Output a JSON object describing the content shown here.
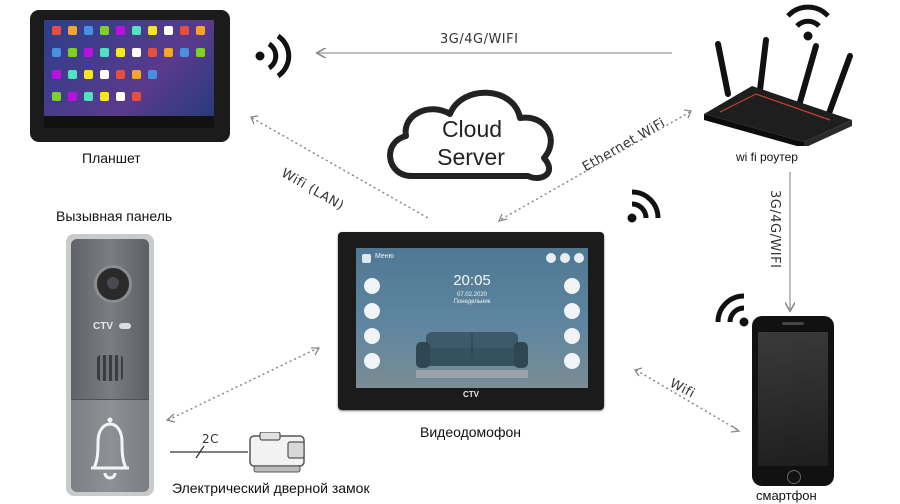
{
  "cloud": {
    "line1": "Cloud",
    "line2": "Server"
  },
  "nodes": {
    "tablet": "Планшет",
    "router": "wi fi роутер",
    "call_panel": "Вызывная панель",
    "intercom": "Видеодомофон",
    "smartphone": "смартфон",
    "door_lock": "Электрический дверной замок"
  },
  "links": {
    "router_tablet": "3G/4G/WIFI",
    "tablet_intercom": "Wifi (LAN)",
    "router_intercom": "Ethernet WiFi",
    "router_phone": "3G/4G/WIFI",
    "intercom_phone": "Wifi",
    "lock_wire": "2C"
  },
  "screen": {
    "menu": "Меню",
    "time": "20:05",
    "date": "07.02.2020",
    "weekday": "Понедельник",
    "brand": "CTV"
  },
  "panel": {
    "brand": "CTV"
  },
  "colors": {
    "device_black": "#1b1b1b",
    "screen_blue": "#3f6a86",
    "panel_gray": "#6e7176",
    "accent": "#444444"
  }
}
